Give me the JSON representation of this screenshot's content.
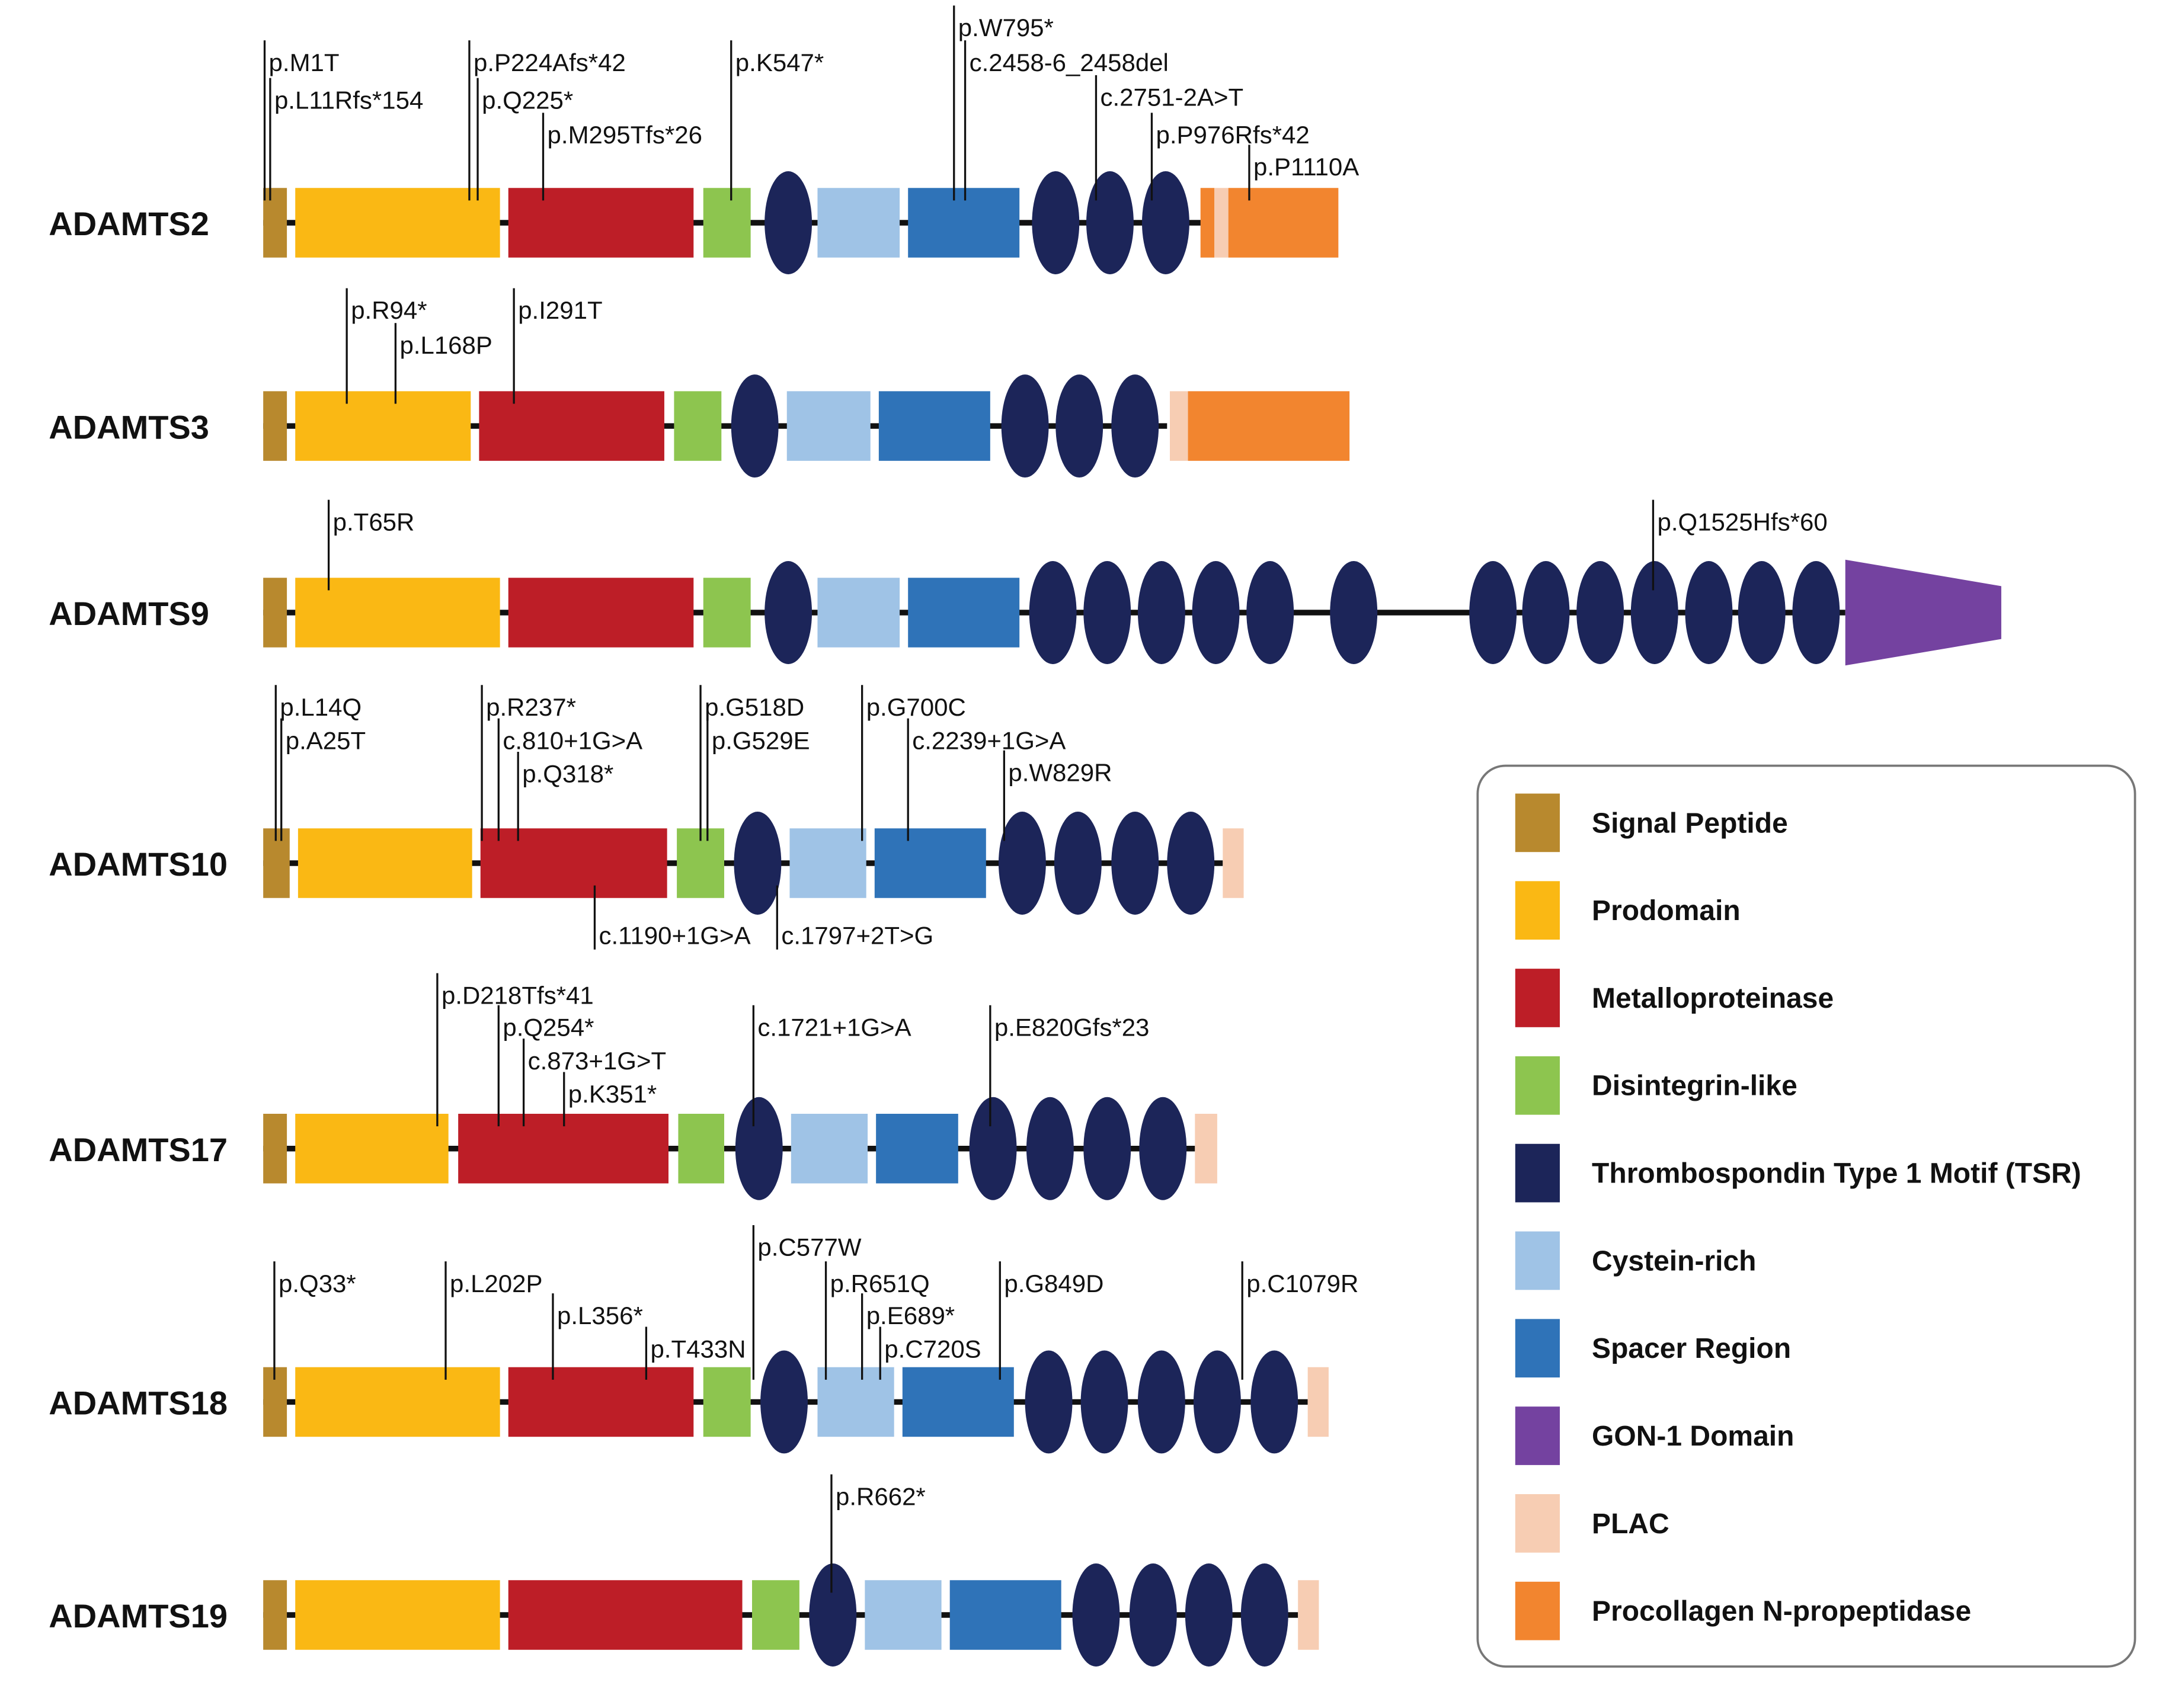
{
  "domain_types": {
    "signal": {
      "label": "Signal Peptide",
      "color": "#B8892E"
    },
    "pro": {
      "label": "Prodomain",
      "color": "#FAB814"
    },
    "metallo": {
      "label": "Metalloproteinase",
      "color": "#BD1E27"
    },
    "disint": {
      "label": "Disintegrin-like",
      "color": "#8DC54F"
    },
    "tsr": {
      "label": "Thrombospondin Type 1 Motif (TSR)",
      "color": "#1C2559"
    },
    "cys": {
      "label": "Cystein-rich",
      "color": "#9FC3E6"
    },
    "spacer": {
      "label": "Spacer Region",
      "color": "#2F73B8"
    },
    "gon": {
      "label": "GON-1 Domain",
      "color": "#7442A0"
    },
    "plac": {
      "label": "PLAC",
      "color": "#F7CDB3"
    },
    "procol": {
      "label": "Procollagen N-propeptidase",
      "color": "#F2852F"
    }
  },
  "legend_order": [
    "signal",
    "pro",
    "metallo",
    "disint",
    "tsr",
    "cys",
    "spacer",
    "gon",
    "plac",
    "procol"
  ],
  "proteins": [
    {
      "name": "ADAMTS2",
      "mutations_above": [
        "p.M1T",
        "p.L11Rfs*154",
        "p.P224Afs*42",
        "p.Q225*",
        "p.M295Tfs*26",
        "p.K547*",
        "p.W795*",
        "c.2458-6_2458del",
        "c.2751-2A>T",
        "p.P976Rfs*42",
        "p.P1110A"
      ],
      "mutations_below": []
    },
    {
      "name": "ADAMTS3",
      "mutations_above": [
        "p.R94*",
        "p.L168P",
        "p.I291T"
      ],
      "mutations_below": []
    },
    {
      "name": "ADAMTS9",
      "mutations_above": [
        "p.T65R",
        "p.Q1525Hfs*60"
      ],
      "mutations_below": []
    },
    {
      "name": "ADAMTS10",
      "mutations_above": [
        "p.L14Q",
        "p.A25T",
        "p.R237*",
        "c.810+1G>A",
        "p.Q318*",
        "p.G518D",
        "p.G529E",
        "p.G700C",
        "c.2239+1G>A",
        "p.W829R"
      ],
      "mutations_below": [
        "c.1190+1G>A",
        "c.1797+2T>G"
      ]
    },
    {
      "name": "ADAMTS17",
      "mutations_above": [
        "p.D218Tfs*41",
        "p.Q254*",
        "c.873+1G>T",
        "p.K351*",
        "c.1721+1G>A",
        "p.E820Gfs*23"
      ],
      "mutations_below": []
    },
    {
      "name": "ADAMTS18",
      "mutations_above": [
        "p.Q33*",
        "p.L202P",
        "p.L356*",
        "p.T433N",
        "p.C577W",
        "p.R651Q",
        "p.E689*",
        "p.C720S",
        "p.G849D",
        "p.C1079R"
      ],
      "mutations_below": []
    },
    {
      "name": "ADAMTS19",
      "mutations_above": [
        "p.R662*"
      ],
      "mutations_below": []
    }
  ]
}
